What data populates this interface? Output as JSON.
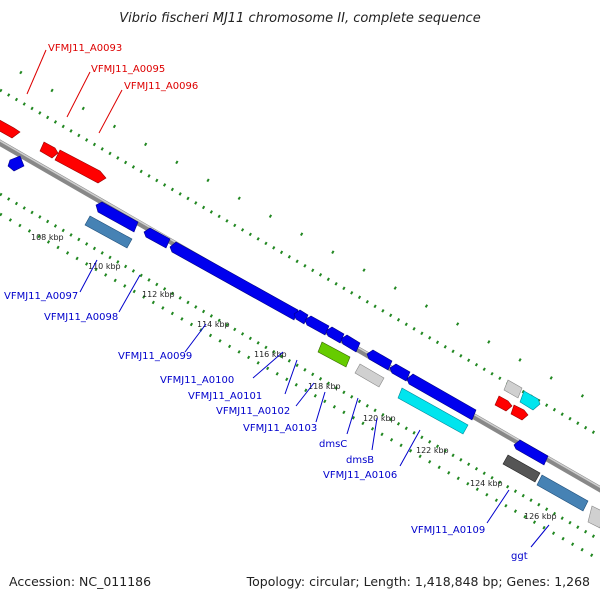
{
  "title": "Vibrio fischeri MJ11 chromosome II, complete sequence",
  "footer": {
    "accession": "Accession: NC_011186",
    "summary": "Topology: circular; Length: 1,418,848 bp; Genes: 1,268"
  },
  "ticks": [
    "108 kbp",
    "110 kbp",
    "112 kbp",
    "114 kbp",
    "116 kbp",
    "118 kbp",
    "120 kbp",
    "122 kbp",
    "124 kbp",
    "126 kbp"
  ],
  "labels_forward": [
    "VFMJ11_A0093",
    "VFMJ11_A0095",
    "VFMJ11_A0096"
  ],
  "labels_reverse": [
    "VFMJ11_A0097",
    "VFMJ11_A0098",
    "VFMJ11_A0099",
    "VFMJ11_A0100",
    "VFMJ11_A0101",
    "VFMJ11_A0102",
    "VFMJ11_A0103",
    "dmsC",
    "dmsB",
    "VFMJ11_A0106",
    "VFMJ11_A0109",
    "ggt"
  ],
  "colors": {
    "forward_gene": "#ff0000",
    "reverse_gene": "#0000ee",
    "steelblue_gene": "#4682b4",
    "cyan_gene": "#00e5ee",
    "green_gene": "#66cc00",
    "grey_gene": "#c8c8c8",
    "dark_gene": "#555555",
    "backbone": "#888888",
    "dots": "#228822"
  }
}
